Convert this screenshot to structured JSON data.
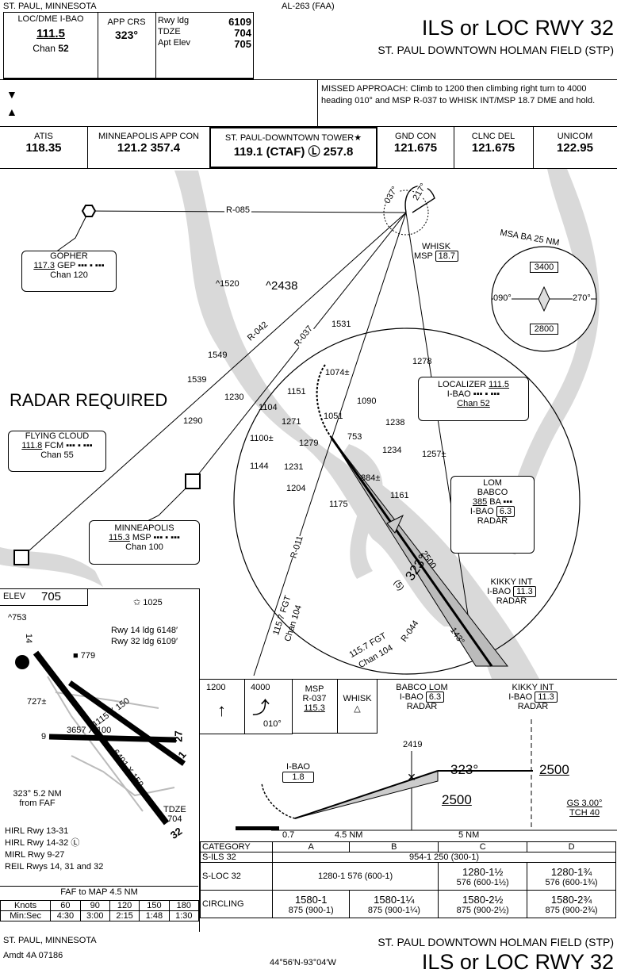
{
  "header": {
    "city": "ST. PAUL, MINNESOTA",
    "chart_id": "AL-263 (FAA)",
    "loc_label": "LOC/DME I-BAO",
    "loc_freq": "111.5",
    "loc_chan_label": "Chan",
    "loc_chan": "52",
    "app_crs_label": "APP CRS",
    "app_crs": "323°",
    "rwy_ldg_label": "Rwy ldg",
    "rwy_ldg": "6109",
    "tdze_label": "TDZE",
    "tdze": "704",
    "apt_elev_label": "Apt Elev",
    "apt_elev": "705",
    "title": "ILS or LOC RWY 32",
    "airport": "ST. PAUL DOWNTOWN HOLMAN FIELD (STP)"
  },
  "missed_approach": "MISSED APPROACH: Climb to 1200 then climbing right turn to 4000 heading 010° and MSP R-037 to WHISK INT/MSP 18.7 DME and hold.",
  "comms": [
    {
      "name": "ATIS",
      "freq": "118.35"
    },
    {
      "name": "MINNEAPOLIS APP CON",
      "freq": "121.2 357.4"
    },
    {
      "name": "ST. PAUL-DOWNTOWN TOWER★",
      "freq": "119.1 (CTAF) Ⓛ 257.8"
    },
    {
      "name": "GND CON",
      "freq": "121.675"
    },
    {
      "name": "CLNC DEL",
      "freq": "121.675"
    },
    {
      "name": "UNICOM",
      "freq": "122.95"
    }
  ],
  "plan": {
    "radar_required": "RADAR REQUIRED",
    "r085": "R-085",
    "r042": "R-042",
    "r037": "R-037",
    "r011": "R-011",
    "r044": "R-044",
    "brg_037": "037°",
    "brg_217": "217°",
    "whisk_name": "WHISK",
    "whisk_msp": "MSP",
    "whisk_dme": "18.7",
    "gopher": {
      "name": "GOPHER",
      "freq": "117.3",
      "id": "GEP",
      "morse": "▪▪▪ ▪ ▪▪▪",
      "chan": "Chan 120"
    },
    "flying_cloud": {
      "name": "FLYING CLOUD",
      "freq": "111.8",
      "id": "FCM",
      "morse": "▪▪▪ ▪ ▪▪▪",
      "chan": "Chan 55"
    },
    "minneapolis": {
      "name": "MINNEAPOLIS",
      "freq": "115.3",
      "id": "MSP",
      "morse": "▪▪▪ ▪ ▪▪▪",
      "chan": "Chan 100"
    },
    "localizer": {
      "name": "LOCALIZER",
      "freq": "111.5",
      "id": "I-BAO",
      "morse": "▪▪▪ ▪ ▪▪▪",
      "chan": "Chan 52"
    },
    "lom": {
      "name": "LOM",
      "sub": "BABCO",
      "freq": "385",
      "id": "BA",
      "morse": "▪▪▪",
      "dme_id": "I-BAO",
      "dme": "6.3",
      "radar": "RADAR"
    },
    "kikky": {
      "name": "KIKKY INT",
      "dme_id": "I-BAO",
      "dme": "11.3",
      "radar": "RADAR"
    },
    "fgt": "115.7 FGT",
    "fgt_chan": "Chan 104",
    "course": "323°",
    "alt_2500": "2500",
    "alt_15": "(5)",
    "brg_143": "143°",
    "msa_title": "MSA BA 25 NM",
    "msa_north": "3400",
    "msa_south": "2800",
    "msa_090": "090°",
    "msa_270": "270°",
    "elevs": [
      "1520",
      "2438",
      "1531",
      "1549",
      "1539",
      "1230",
      "1104",
      "1151",
      "1074±",
      "1090",
      "1278",
      "1271",
      "1051",
      "1238",
      "1290",
      "1100±",
      "1279",
      "753",
      "1234",
      "1257±",
      "1144",
      "1231",
      "884±",
      "1204",
      "1161",
      "1175"
    ]
  },
  "airport": {
    "elev_label": "ELEV",
    "elev": "705",
    "tower_elev": "1025",
    "obst1": "753",
    "obst2": "779",
    "obst3": "727±",
    "rwy14": "Rwy 14 ldg 6148′",
    "rwy32": "Rwy 32 ldg 6109′",
    "rwy1": "4115 X 150",
    "rwy2": "6491 X 150",
    "rwy3": "3657",
    "rwy3w": "X 100",
    "rw_14": "14",
    "rw_27": "27",
    "rw_31": "31",
    "rw_32": "32",
    "rw_9": "9",
    "tdze_label": "TDZE",
    "tdze": "704",
    "from_faf": "323° 5.2 NM from FAF",
    "lights": [
      "HIRL Rwy 13-31",
      "HIRL Rwy 14-32 Ⓛ",
      "MIRL Rwy 9-27",
      "REIL Rwys 14, 31 and 32"
    ],
    "faf_map": "FAF to MAP 4.5 NM",
    "knots_label": "Knots",
    "knots": [
      "60",
      "90",
      "120",
      "150",
      "180"
    ],
    "minsec_label": "Min:Sec",
    "times": [
      "4:30",
      "3:00",
      "2:15",
      "1:48",
      "1:30"
    ]
  },
  "profile": {
    "ma_1200": "1200",
    "ma_4000": "4000",
    "ma_010": "010°",
    "ma_msp": "MSP",
    "ma_r037": "R-037",
    "ma_1153": "115.3",
    "ma_whisk": "WHISK",
    "babco_lom": "BABCO LOM",
    "babco_dme": "I-BAO",
    "babco_dme_val": "6.3",
    "babco_radar": "RADAR",
    "kikky": "KIKKY INT",
    "kikky_dme": "I-BAO",
    "kikky_dme_val": "11.3",
    "kikky_radar": "RADAR",
    "fix_alt": "2419",
    "ibao": "I-BAO",
    "ibao_val": "1.8",
    "crs": "323°",
    "alt_2500a": "2500",
    "alt_2500b": "2500",
    "gs": "GS 3.00°",
    "tch": "TCH 40",
    "dist_07": "0.7",
    "dist_45": "4.5 NM",
    "dist_5": "5 NM"
  },
  "minimums": {
    "cat_label": "CATEGORY",
    "cats": [
      "A",
      "B",
      "C",
      "D"
    ],
    "rows": [
      {
        "name": "S-ILS 32",
        "cells": [
          "954-1  250 (300-1)"
        ]
      },
      {
        "name": "S-LOC 32",
        "cells": [
          "1280-1  576 (600-1)",
          "1280-1½",
          "576 (600-1½)",
          "1280-1¾",
          "576 (600-1¾)"
        ]
      },
      {
        "name": "CIRCLING",
        "cells": [
          "1580-1",
          "875 (900-1)",
          "1580-1¼",
          "875 (900-1¼)",
          "1580-2½",
          "875 (900-2½)",
          "1580-2¾",
          "875 (900-2¾)"
        ]
      }
    ]
  },
  "footer": {
    "city": "ST. PAUL, MINNESOTA",
    "amdt": "Amdt 4A  07186",
    "coords": "44°56′N-93°04′W",
    "airport": "ST. PAUL DOWNTOWN HOLMAN FIELD (STP)",
    "title": "ILS or LOC RWY 32"
  }
}
